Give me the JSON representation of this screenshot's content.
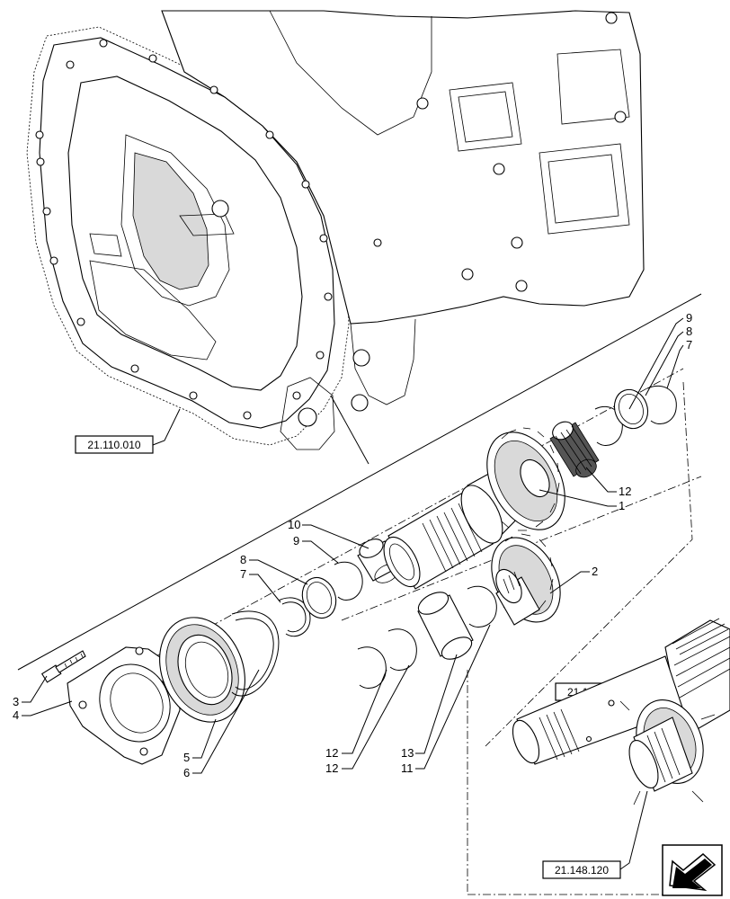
{
  "references": {
    "housing": "21.110.010",
    "shaft": "21.148.120",
    "gear": "21.148.120"
  },
  "callouts": [
    {
      "id": "c1",
      "text": "1"
    },
    {
      "id": "c2",
      "text": "2"
    },
    {
      "id": "c3",
      "text": "3"
    },
    {
      "id": "c4",
      "text": "4"
    },
    {
      "id": "c5",
      "text": "5"
    },
    {
      "id": "c6",
      "text": "6"
    },
    {
      "id": "c7a",
      "text": "7"
    },
    {
      "id": "c7b",
      "text": "7"
    },
    {
      "id": "c8a",
      "text": "8"
    },
    {
      "id": "c8b",
      "text": "8"
    },
    {
      "id": "c9a",
      "text": "9"
    },
    {
      "id": "c9b",
      "text": "9"
    },
    {
      "id": "c10",
      "text": "10"
    },
    {
      "id": "c11",
      "text": "11"
    },
    {
      "id": "c12a",
      "text": "12"
    },
    {
      "id": "c12b",
      "text": "12"
    },
    {
      "id": "c12c",
      "text": "12"
    },
    {
      "id": "c13",
      "text": "13"
    }
  ],
  "icons": {
    "corner": "view-direction-arrow-icon"
  }
}
